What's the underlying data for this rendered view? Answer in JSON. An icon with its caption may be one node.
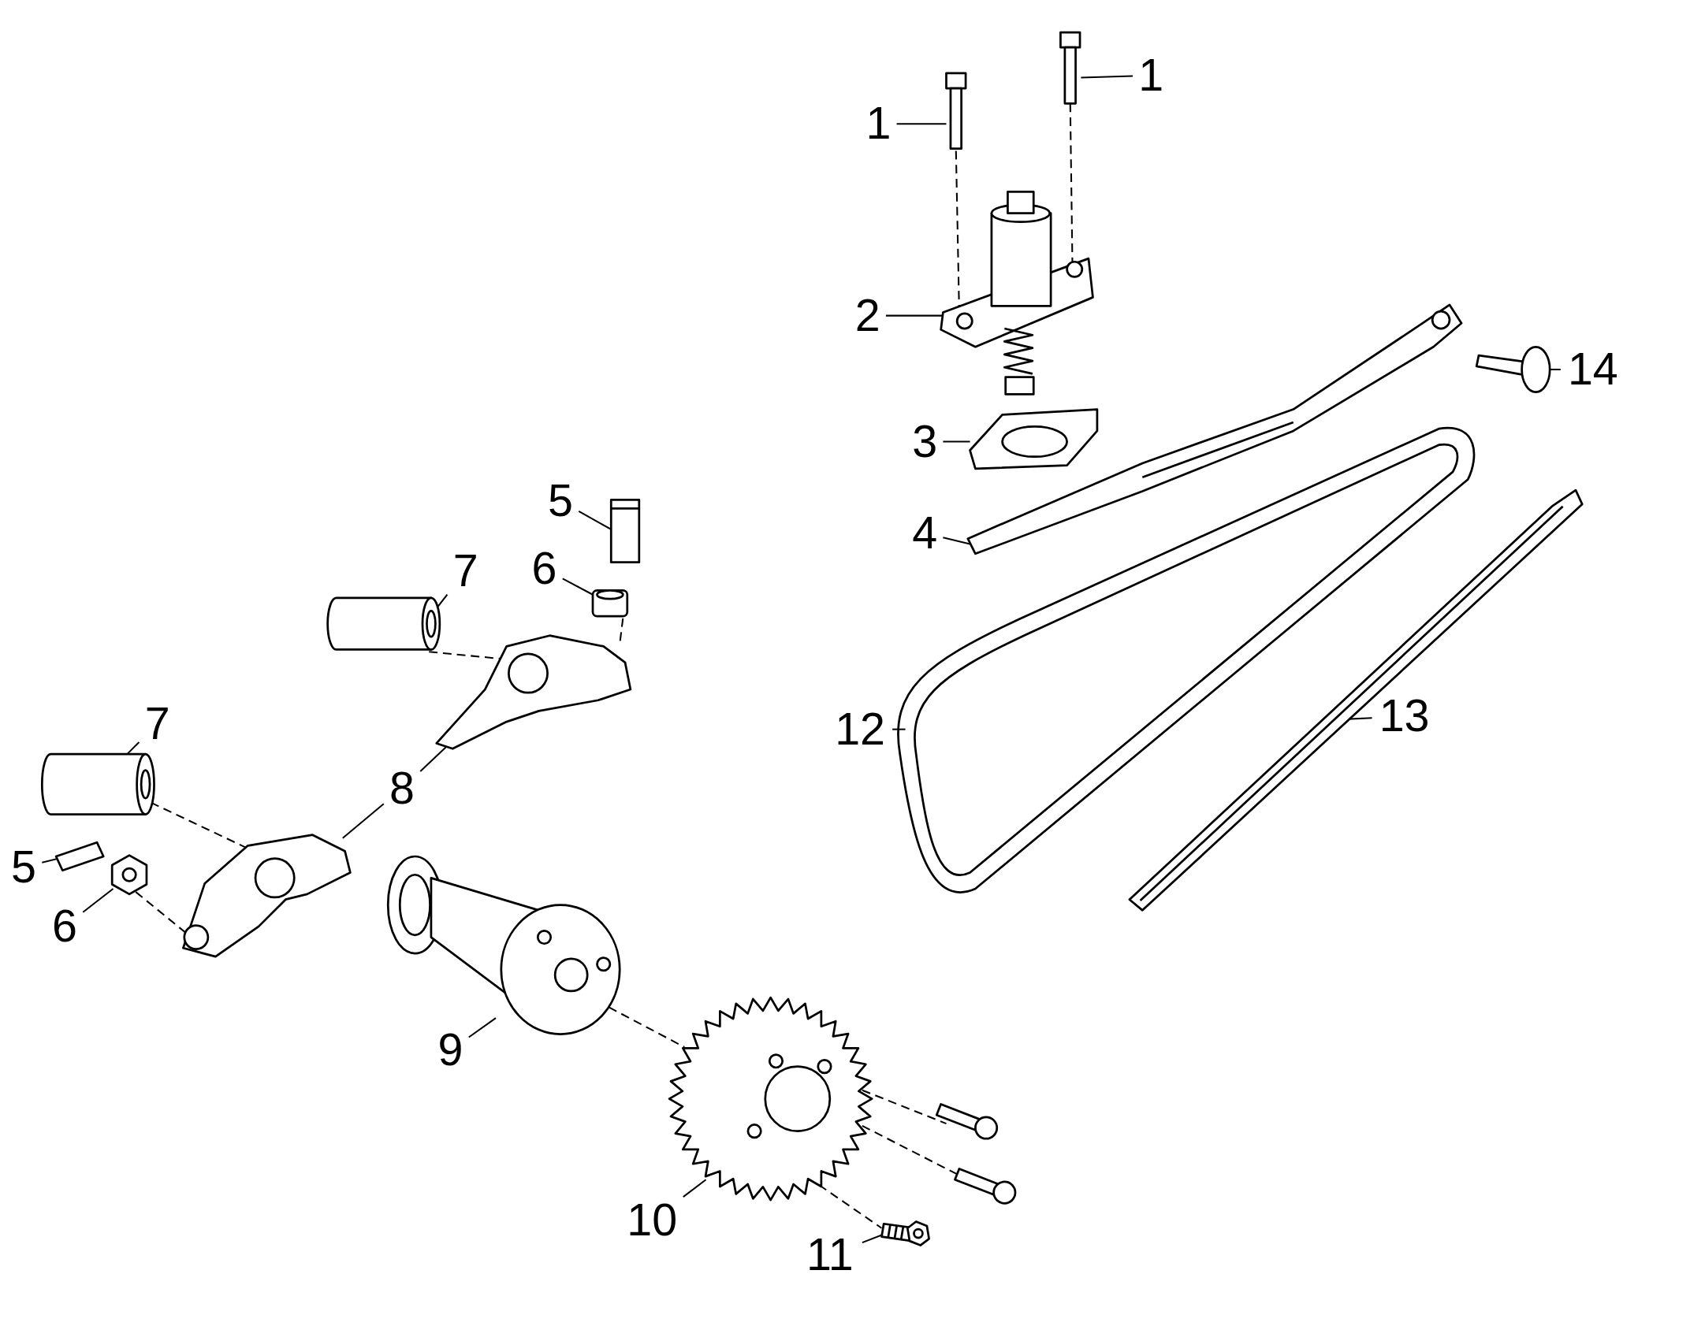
{
  "diagram": {
    "nodes": [
      {
        "text": [
          "1"
        ]
      },
      {
        "text": [
          "1"
        ]
      },
      {
        "text": [
          "2"
        ]
      },
      {
        "text": [
          "3"
        ]
      },
      {
        "text": [
          "4"
        ]
      },
      {
        "text": [
          "14"
        ]
      },
      {
        "text": [
          "5"
        ]
      },
      {
        "text": [
          "6"
        ]
      },
      {
        "text": [
          "7"
        ]
      },
      {
        "text": [
          "8"
        ]
      },
      {
        "text": [
          "7"
        ]
      },
      {
        "text": [
          "5"
        ]
      },
      {
        "text": [
          "6"
        ]
      },
      {
        "text": [
          "9"
        ]
      },
      {
        "text": [
          "10"
        ]
      },
      {
        "text": [
          "11"
        ]
      },
      {
        "text": [
          "12"
        ]
      },
      {
        "text": [
          "13"
        ]
      },
      {
        "text": [],
        "shape": "picture"
      },
      {
        "text": [],
        "shape": "picture"
      },
      {
        "text": [],
        "shape": "picture"
      },
      {
        "text": [],
        "shape": "picture"
      },
      {
        "text": [],
        "shape": "picture"
      },
      {
        "text": [],
        "shape": "picture"
      },
      {
        "text": [],
        "shape": "box"
      },
      {
        "text": [],
        "shape": "picture"
      },
      {
        "text": [],
        "shape": "cylinder"
      },
      {
        "text": [],
        "shape": "picture"
      },
      {
        "text": [],
        "shape": "cylinder"
      },
      {
        "text": [],
        "shape": "picture"
      },
      {
        "text": [],
        "shape": "picture"
      },
      {
        "text": [],
        "shape": "picture"
      },
      {
        "text": [],
        "shape": "picture"
      },
      {
        "text": [],
        "shape": "picture"
      },
      {
        "text": [],
        "shape": "picture"
      },
      {
        "text": [],
        "shape": "picture"
      },
      {
        "text": [],
        "shape": "picture"
      },
      {
        "text": [],
        "shape": "picture"
      },
      {
        "text": [],
        "shape": "picture"
      }
    ],
    "edges": [
      {
        "from": 0,
        "to": 18,
        "arrow": "none"
      },
      {
        "from": 1,
        "to": 19,
        "arrow": "none"
      },
      {
        "from": 2,
        "to": 20,
        "arrow": "none"
      },
      {
        "from": 3,
        "to": 21,
        "arrow": "none"
      },
      {
        "from": 4,
        "to": 22,
        "arrow": "none"
      },
      {
        "from": 5,
        "to": 23,
        "arrow": "none"
      },
      {
        "from": 6,
        "to": 24,
        "arrow": "none"
      },
      {
        "from": 7,
        "to": 25,
        "arrow": "none"
      },
      {
        "from": 8,
        "to": 26,
        "arrow": "none"
      },
      {
        "from": 9,
        "to": 27,
        "arrow": "none"
      },
      {
        "from": 9,
        "to": 29,
        "arrow": "none"
      },
      {
        "from": 10,
        "to": 28,
        "arrow": "none"
      },
      {
        "from": 11,
        "to": 30,
        "arrow": "none"
      },
      {
        "from": 12,
        "to": 31,
        "arrow": "none"
      },
      {
        "from": 13,
        "to": 32,
        "arrow": "none"
      },
      {
        "from": 14,
        "to": 33,
        "arrow": "none"
      },
      {
        "from": 15,
        "to": 34,
        "arrow": "none"
      },
      {
        "from": 16,
        "to": 35,
        "arrow": "none"
      },
      {
        "from": 17,
        "to": 36,
        "arrow": "none"
      },
      {
        "from": 18,
        "to": 20,
        "arrow": "none",
        "style": "dashed"
      },
      {
        "from": 19,
        "to": 20,
        "arrow": "none",
        "style": "dashed"
      },
      {
        "from": 26,
        "to": 27,
        "arrow": "none",
        "style": "dashed"
      },
      {
        "from": 25,
        "to": 27,
        "arrow": "none",
        "style": "dashed"
      },
      {
        "from": 28,
        "to": 29,
        "arrow": "none",
        "style": "dashed"
      },
      {
        "from": 31,
        "to": 29,
        "arrow": "none",
        "style": "dashed"
      },
      {
        "from": 32,
        "to": 33,
        "arrow": "none",
        "style": "dashed"
      },
      {
        "from": 33,
        "to": 37,
        "arrow": "none",
        "style": "dashed"
      },
      {
        "from": 33,
        "to": 38,
        "arrow": "none",
        "style": "dashed"
      },
      {
        "from": 33,
        "to": 34,
        "arrow": "none",
        "style": "dashed"
      }
    ]
  }
}
